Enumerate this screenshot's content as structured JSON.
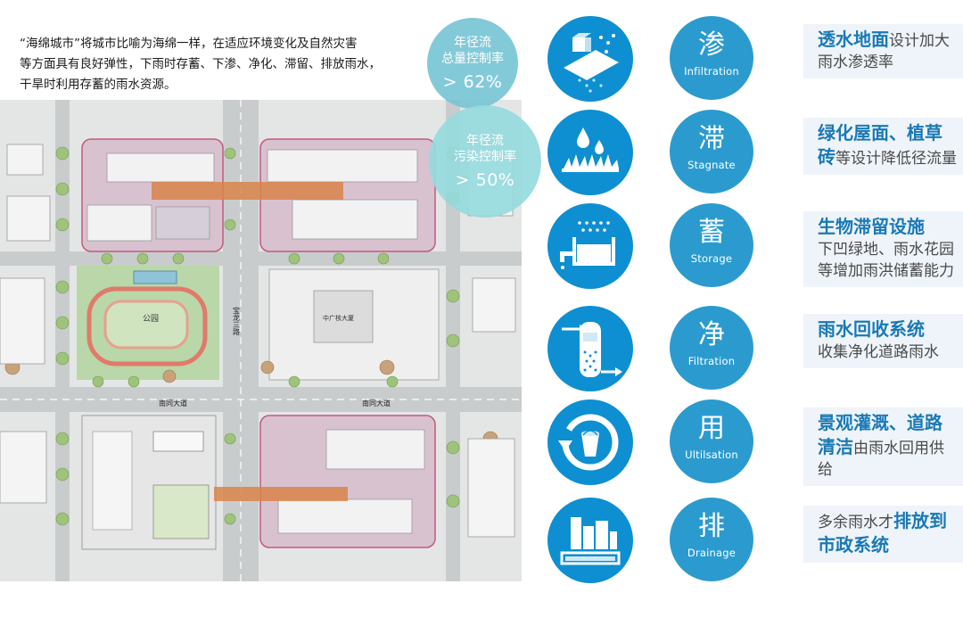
{
  "intro": {
    "line1": "“海绵城市”将城市比喻为海绵一样，在适应环境变化及自然灾害",
    "line2": "等方面具有良好弹性，下雨时存蓄、下渗、净化、滞留、排放雨水，",
    "line3": "干旱时利用存蓄的雨水资源。"
  },
  "stats": [
    {
      "label1": "年径流",
      "label2": "总量控制率",
      "value": "> 62%",
      "color": "#78c6d6"
    },
    {
      "label1": "年径流",
      "label2": "污染控制率",
      "value": "> 50%",
      "color": "#96dadd"
    }
  ],
  "map": {
    "park_label": "公园",
    "road_nantong": "南同大道",
    "road_baolong": "宝龙三路",
    "building_label": "中广核大厦"
  },
  "rows": [
    {
      "icon": "permeable-ground-icon",
      "char": "渗",
      "en": "Infiltration",
      "highlight": "透水地面",
      "text": "设计加大雨水渗透率"
    },
    {
      "icon": "rain-grass-icon",
      "char": "滞",
      "en": "Stagnate",
      "highlight": "绿化屋面、植草砖",
      "text": "等设计降低径流量"
    },
    {
      "icon": "storage-tank-icon",
      "char": "蓄",
      "en": "Storage",
      "highlight": "生物滞留设施",
      "text": "下凹绿地、雨水花园等增加雨洪储蓄能力"
    },
    {
      "icon": "filter-tank-icon",
      "char": "净",
      "en": "Filtration",
      "highlight": "雨水回收系统",
      "text": "收集净化道路雨水"
    },
    {
      "icon": "recycle-bucket-icon",
      "char": "用",
      "en": "Ultilsation",
      "highlight": "景观灌溉、道路清洁",
      "text": "由雨水回用供给"
    },
    {
      "icon": "city-drainage-icon",
      "char": "排",
      "en": "Drainage",
      "text": "多余雨水才",
      "highlight": "排放到市政系统"
    }
  ],
  "colors": {
    "icon_blue": "#0e8fd1",
    "char_blue": "#2b9bcf",
    "highlight_blue": "#1a79b6",
    "desc_bg": "#eef4f9"
  }
}
